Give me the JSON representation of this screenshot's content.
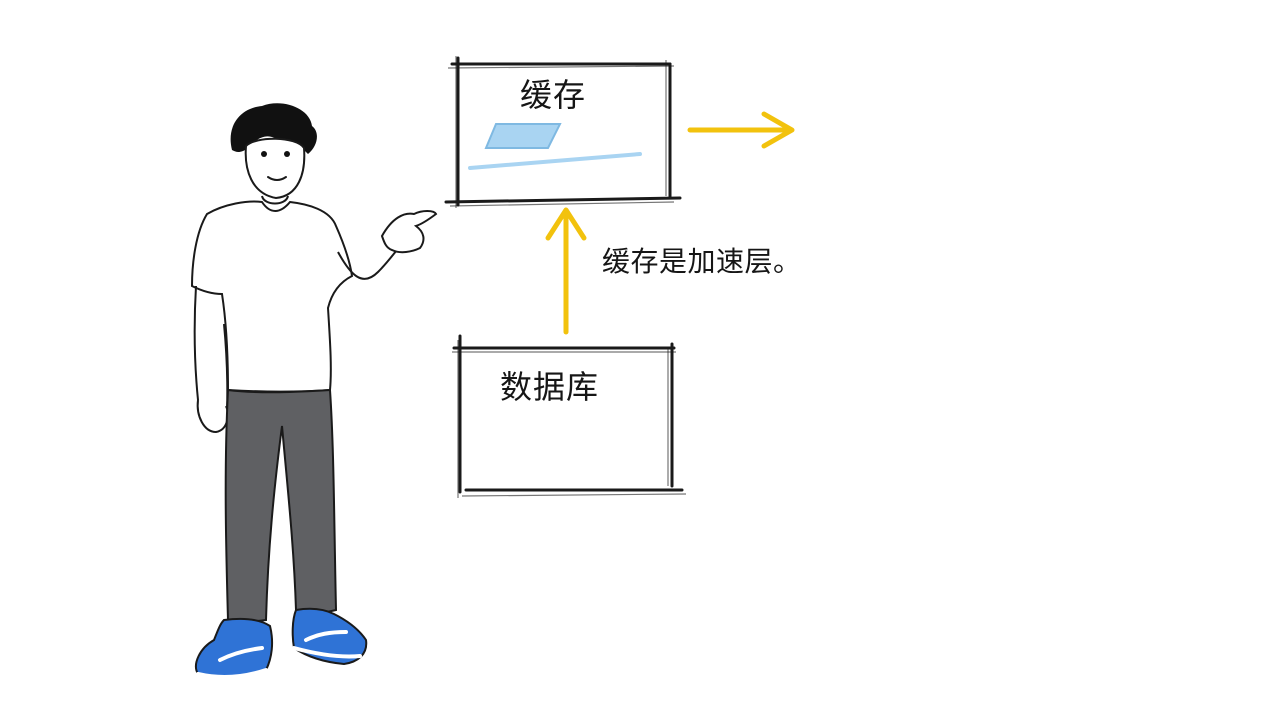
{
  "diagram": {
    "cache_box": {
      "label": "缓存"
    },
    "database_box": {
      "label": "数据库"
    },
    "annotation": {
      "text": "缓存是加速层。"
    },
    "colors": {
      "ink": "#1a1a1a",
      "arrow": "#f2c20d",
      "highlight": "#a9d4f2",
      "pants": "#5f6063",
      "shoes": "#2f73d6",
      "hair": "#111111",
      "skin": "#ffffff"
    },
    "icons": [
      "person-illustration",
      "arrow-up-icon",
      "arrow-right-icon"
    ]
  }
}
